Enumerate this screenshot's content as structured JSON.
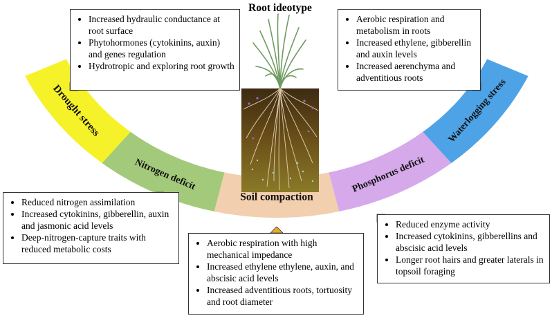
{
  "title": "Root ideotype",
  "segments": [
    {
      "label": "Drought stress",
      "color": "#f6f229"
    },
    {
      "label": "Nitrogen deficit",
      "color": "#a3c97a"
    },
    {
      "label": "Soil compaction",
      "color": "#f2cfae"
    },
    {
      "label": "Phosphorus deficit",
      "color": "#d5a9ea"
    },
    {
      "label": "Waterlogging stress",
      "color": "#4ea3e6"
    }
  ],
  "boxes": {
    "drought": [
      "Increased hydraulic conductance at root surface",
      "Phytohormones (cytokinins, auxin) and genes regulation",
      "Hydrotropic and exploring root growth"
    ],
    "waterlogging": [
      "Aerobic respiration and metabolism in roots",
      "Increased ethylene, gibberellin and auxin levels",
      "Increased aerenchyma and adventitious roots"
    ],
    "nitrogen": [
      "Reduced nitrogen assimilation",
      "Increased cytokinins, gibberellin, auxin and jasmonic acid levels",
      "Deep-nitrogen-capture traits with reduced metabolic costs"
    ],
    "compaction": [
      "Aerobic respiration with high mechanical impedance",
      "Increased ethylene ethylene, auxin, and abscisic acid levels",
      "Increased adventitious roots, tortuosity and root diameter"
    ],
    "phosphorus": [
      "Reduced enzyme activity",
      "Increased cytokinins, gibberellins and abscisic acid levels",
      "Longer root hairs and greater laterals in topsoil foraging"
    ]
  }
}
